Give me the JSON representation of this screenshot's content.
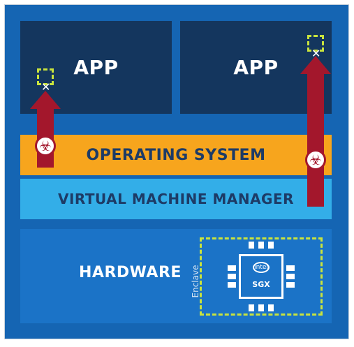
{
  "layers": {
    "app_left": "APP",
    "app_right": "APP",
    "operating_system": "OPERATING SYSTEM",
    "virtual_machine_manager": "VIRTUAL MACHINE MANAGER",
    "hardware": "HARDWARE"
  },
  "enclave": {
    "label": "Enclave",
    "chip_brand": "intel",
    "chip_name": "SGX"
  },
  "colors": {
    "background": "#1565b3",
    "app": "#14365e",
    "operating_system": "#f7a51d",
    "virtual_machine_manager": "#33aee8",
    "hardware": "#1b73c7",
    "attack_arrow": "#a3172c",
    "enclave_dash": "#c9e33d"
  },
  "icons": {
    "attack_marker": "biohazard-icon",
    "target_marker": "x-icon",
    "chip": "sgx-chip-icon"
  }
}
